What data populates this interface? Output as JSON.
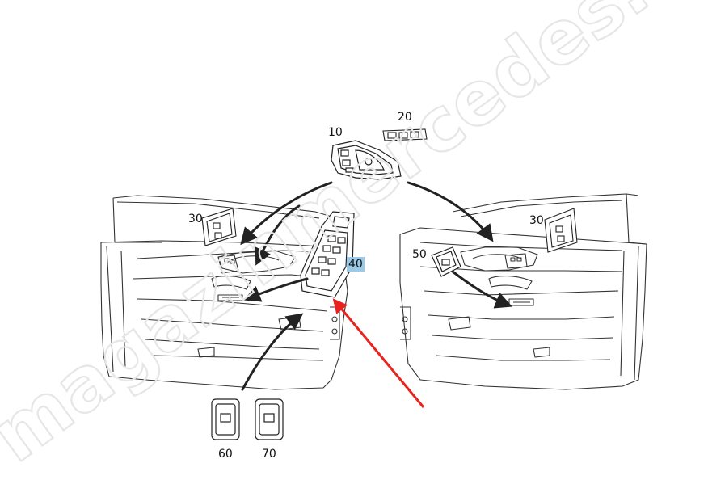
{
  "diagram": {
    "callouts": {
      "c10": "10",
      "c20": "20",
      "c30_left": "30",
      "c30_right": "30",
      "c40": "40",
      "c50": "50",
      "c60": "60",
      "c70": "70"
    },
    "highlighted_callout": "40",
    "colors": {
      "line": "#222222",
      "pointer_arrow": "#e8231f",
      "highlight": "#9cc9e6",
      "watermark": "#e6e6e6"
    },
    "watermark_text": "magazinmercedes.ru"
  }
}
